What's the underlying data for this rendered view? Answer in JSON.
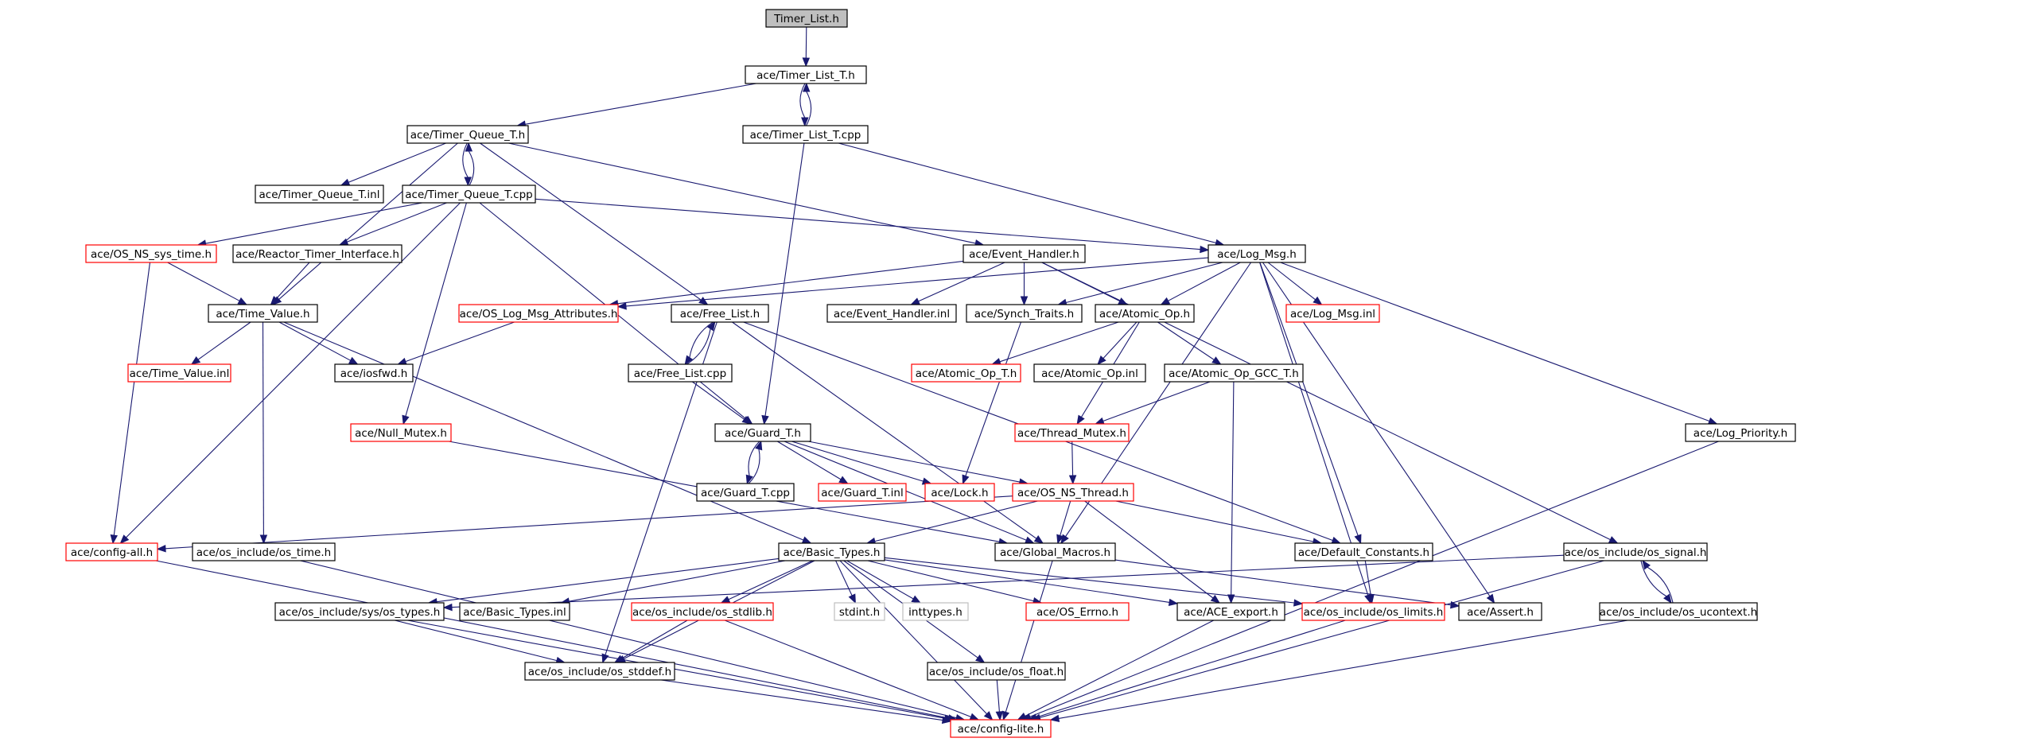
{
  "title": "Timer_List.h",
  "colors": {
    "edge": "#191970",
    "black": "#000000",
    "red": "#ff0000",
    "gray": "#bfbfbf",
    "root_fill": "#bfbfbf"
  },
  "nodes": [
    {
      "id": "root",
      "label": "Timer_List.h",
      "style": "root"
    },
    {
      "id": "tlth",
      "label": "ace/Timer_List_T.h",
      "style": "black"
    },
    {
      "id": "tltcpp",
      "label": "ace/Timer_List_T.cpp",
      "style": "black"
    },
    {
      "id": "tqth",
      "label": "ace/Timer_Queue_T.h",
      "style": "black"
    },
    {
      "id": "tqtinl",
      "label": "ace/Timer_Queue_T.inl",
      "style": "black"
    },
    {
      "id": "tqtcpp",
      "label": "ace/Timer_Queue_T.cpp",
      "style": "black"
    },
    {
      "id": "osnssys",
      "label": "ace/OS_NS_sys_time.h",
      "style": "red"
    },
    {
      "id": "reactor",
      "label": "ace/Reactor_Timer_Interface.h",
      "style": "black"
    },
    {
      "id": "evh",
      "label": "ace/Event_Handler.h",
      "style": "black"
    },
    {
      "id": "logmsg",
      "label": "ace/Log_Msg.h",
      "style": "black"
    },
    {
      "id": "timeval",
      "label": "ace/Time_Value.h",
      "style": "black"
    },
    {
      "id": "oslogattr",
      "label": "ace/OS_Log_Msg_Attributes.h",
      "style": "red"
    },
    {
      "id": "freelist",
      "label": "ace/Free_List.h",
      "style": "black"
    },
    {
      "id": "evhinl",
      "label": "ace/Event_Handler.inl",
      "style": "black"
    },
    {
      "id": "synch",
      "label": "ace/Synch_Traits.h",
      "style": "black"
    },
    {
      "id": "atomic",
      "label": "ace/Atomic_Op.h",
      "style": "black"
    },
    {
      "id": "logmsginl",
      "label": "ace/Log_Msg.inl",
      "style": "red"
    },
    {
      "id": "timevalinl",
      "label": "ace/Time_Value.inl",
      "style": "red"
    },
    {
      "id": "iosfwd",
      "label": "ace/iosfwd.h",
      "style": "black"
    },
    {
      "id": "freelistcpp",
      "label": "ace/Free_List.cpp",
      "style": "black"
    },
    {
      "id": "atomict",
      "label": "ace/Atomic_Op_T.h",
      "style": "red"
    },
    {
      "id": "atomicinl",
      "label": "ace/Atomic_Op.inl",
      "style": "black"
    },
    {
      "id": "atomicgcc",
      "label": "ace/Atomic_Op_GCC_T.h",
      "style": "black"
    },
    {
      "id": "nullmutex",
      "label": "ace/Null_Mutex.h",
      "style": "red"
    },
    {
      "id": "guardth",
      "label": "ace/Guard_T.h",
      "style": "black"
    },
    {
      "id": "threadmutex",
      "label": "ace/Thread_Mutex.h",
      "style": "red"
    },
    {
      "id": "logprio",
      "label": "ace/Log_Priority.h",
      "style": "black"
    },
    {
      "id": "guardtcpp",
      "label": "ace/Guard_T.cpp",
      "style": "black"
    },
    {
      "id": "guardtinl",
      "label": "ace/Guard_T.inl",
      "style": "red"
    },
    {
      "id": "lock",
      "label": "ace/Lock.h",
      "style": "red"
    },
    {
      "id": "osnsthread",
      "label": "ace/OS_NS_Thread.h",
      "style": "red"
    },
    {
      "id": "configall",
      "label": "ace/config-all.h",
      "style": "red"
    },
    {
      "id": "ostime",
      "label": "ace/os_include/os_time.h",
      "style": "black"
    },
    {
      "id": "basictypes",
      "label": "ace/Basic_Types.h",
      "style": "black"
    },
    {
      "id": "globalmacros",
      "label": "ace/Global_Macros.h",
      "style": "black"
    },
    {
      "id": "defconst",
      "label": "ace/Default_Constants.h",
      "style": "black"
    },
    {
      "id": "ossignal",
      "label": "ace/os_include/os_signal.h",
      "style": "black"
    },
    {
      "id": "systypes",
      "label": "ace/os_include/sys/os_types.h",
      "style": "black"
    },
    {
      "id": "basicinl",
      "label": "ace/Basic_Types.inl",
      "style": "black"
    },
    {
      "id": "osstdlib",
      "label": "ace/os_include/os_stdlib.h",
      "style": "red"
    },
    {
      "id": "stdint",
      "label": "stdint.h",
      "style": "gray"
    },
    {
      "id": "inttypes",
      "label": "inttypes.h",
      "style": "gray"
    },
    {
      "id": "oserrno",
      "label": "ace/OS_Errno.h",
      "style": "red"
    },
    {
      "id": "aceexport",
      "label": "ace/ACE_export.h",
      "style": "black"
    },
    {
      "id": "oslimits",
      "label": "ace/os_include/os_limits.h",
      "style": "red"
    },
    {
      "id": "assert",
      "label": "ace/Assert.h",
      "style": "black"
    },
    {
      "id": "osucontext",
      "label": "ace/os_include/os_ucontext.h",
      "style": "black"
    },
    {
      "id": "osstddef",
      "label": "ace/os_include/os_stddef.h",
      "style": "black"
    },
    {
      "id": "osfloat",
      "label": "ace/os_include/os_float.h",
      "style": "black"
    },
    {
      "id": "configlite",
      "label": "ace/config-lite.h",
      "style": "red"
    }
  ],
  "edges": [
    [
      "root",
      "tlth"
    ],
    [
      "tlth",
      "tqth"
    ],
    [
      "tlth",
      "tltcpp"
    ],
    [
      "tltcpp",
      "tlth"
    ],
    [
      "tltcpp",
      "guardth"
    ],
    [
      "tltcpp",
      "logmsg"
    ],
    [
      "tqth",
      "tqtinl"
    ],
    [
      "tqth",
      "tqtcpp"
    ],
    [
      "tqtcpp",
      "tqth"
    ],
    [
      "tqth",
      "timeval"
    ],
    [
      "tqth",
      "freelist"
    ],
    [
      "tqth",
      "evh"
    ],
    [
      "tqtcpp",
      "osnssys"
    ],
    [
      "tqtcpp",
      "reactor"
    ],
    [
      "tqtcpp",
      "logmsg"
    ],
    [
      "tqtcpp",
      "nullmutex"
    ],
    [
      "tqtcpp",
      "guardth"
    ],
    [
      "tqtcpp",
      "configall"
    ],
    [
      "osnssys",
      "timeval"
    ],
    [
      "osnssys",
      "configall"
    ],
    [
      "reactor",
      "timeval"
    ],
    [
      "evh",
      "evhinl"
    ],
    [
      "evh",
      "synch"
    ],
    [
      "evh",
      "atomic"
    ],
    [
      "evh",
      "oslogattr"
    ],
    [
      "evh",
      "ossignal"
    ],
    [
      "logmsg",
      "oslogattr"
    ],
    [
      "logmsg",
      "synch"
    ],
    [
      "logmsg",
      "atomic"
    ],
    [
      "logmsg",
      "logmsginl"
    ],
    [
      "logmsg",
      "logprio"
    ],
    [
      "logmsg",
      "defconst"
    ],
    [
      "logmsg",
      "globalmacros"
    ],
    [
      "logmsg",
      "oslimits"
    ],
    [
      "logmsg",
      "assert"
    ],
    [
      "timeval",
      "timevalinl"
    ],
    [
      "timeval",
      "iosfwd"
    ],
    [
      "timeval",
      "ostime"
    ],
    [
      "timeval",
      "basictypes"
    ],
    [
      "oslogattr",
      "iosfwd"
    ],
    [
      "freelist",
      "freelistcpp"
    ],
    [
      "freelistcpp",
      "freelist"
    ],
    [
      "freelist",
      "globalmacros"
    ],
    [
      "freelist",
      "osstddef"
    ],
    [
      "freelist",
      "defconst"
    ],
    [
      "freelistcpp",
      "guardth"
    ],
    [
      "synch",
      "lock"
    ],
    [
      "atomic",
      "atomict"
    ],
    [
      "atomic",
      "atomicinl"
    ],
    [
      "atomic",
      "atomicgcc"
    ],
    [
      "atomic",
      "threadmutex"
    ],
    [
      "atomicgcc",
      "threadmutex"
    ],
    [
      "atomicgcc",
      "aceexport"
    ],
    [
      "nullmutex",
      "globalmacros"
    ],
    [
      "guardth",
      "guardtcpp"
    ],
    [
      "guardtcpp",
      "guardth"
    ],
    [
      "guardth",
      "guardtinl"
    ],
    [
      "guardth",
      "lock"
    ],
    [
      "guardth",
      "osnsthread"
    ],
    [
      "guardth",
      "globalmacros"
    ],
    [
      "threadmutex",
      "osnsthread"
    ],
    [
      "osnsthread",
      "configall"
    ],
    [
      "osnsthread",
      "basictypes"
    ],
    [
      "osnsthread",
      "globalmacros"
    ],
    [
      "osnsthread",
      "defconst"
    ],
    [
      "osnsthread",
      "aceexport"
    ],
    [
      "configall",
      "configlite"
    ],
    [
      "ostime",
      "configlite"
    ],
    [
      "basictypes",
      "systypes"
    ],
    [
      "basictypes",
      "basicinl"
    ],
    [
      "basictypes",
      "osstdlib"
    ],
    [
      "basictypes",
      "stdint"
    ],
    [
      "basictypes",
      "inttypes"
    ],
    [
      "basictypes",
      "oserrno"
    ],
    [
      "basictypes",
      "aceexport"
    ],
    [
      "basictypes",
      "oslimits"
    ],
    [
      "basictypes",
      "osfloat"
    ],
    [
      "basictypes",
      "osstddef"
    ],
    [
      "basictypes",
      "configlite"
    ],
    [
      "globalmacros",
      "assert"
    ],
    [
      "globalmacros",
      "configlite"
    ],
    [
      "defconst",
      "oslimits"
    ],
    [
      "ossignal",
      "systypes"
    ],
    [
      "ossignal",
      "osucontext"
    ],
    [
      "osucontext",
      "ossignal"
    ],
    [
      "ossignal",
      "configlite"
    ],
    [
      "systypes",
      "osstddef"
    ],
    [
      "systypes",
      "configlite"
    ],
    [
      "osstdlib",
      "osstddef"
    ],
    [
      "osstdlib",
      "configlite"
    ],
    [
      "aceexport",
      "configlite"
    ],
    [
      "oslimits",
      "configlite"
    ],
    [
      "osucontext",
      "configlite"
    ],
    [
      "osstddef",
      "configlite"
    ],
    [
      "osfloat",
      "configlite"
    ],
    [
      "logprio",
      "configlite"
    ]
  ]
}
